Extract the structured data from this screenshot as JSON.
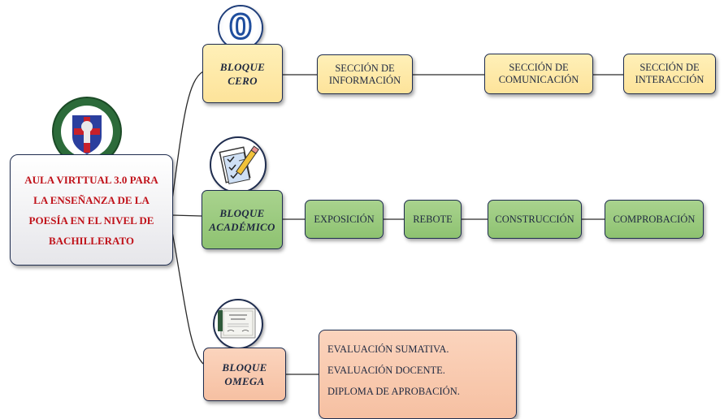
{
  "root": {
    "lines": [
      "AULA VIRTTUAL 3.0 PARA",
      "LA ENSEÑANZA DE LA",
      "POESÍA EN EL NIVEL DE",
      "BACHILLERATO"
    ],
    "emblem_icon": "school-crest-icon"
  },
  "blocks": {
    "cero": {
      "lines": [
        "BLOQUE",
        "CERO"
      ],
      "badge_text": "0",
      "items": [
        {
          "lines": [
            "SECCIÓN DE",
            "INFORMACIÓN"
          ]
        },
        {
          "lines": [
            "SECCIÓN DE",
            "COMUNICACIÓN"
          ]
        },
        {
          "lines": [
            "SECCIÓN DE",
            "INTERACCIÓN"
          ]
        }
      ]
    },
    "academico": {
      "lines": [
        "BLOQUE",
        "ACADÉMICO"
      ],
      "badge_icon": "checklist-pencil-icon",
      "items": [
        "EXPOSICIÓN",
        "REBOTE",
        "CONSTRUCCIÓN",
        "COMPROBACIÓN"
      ]
    },
    "omega": {
      "lines": [
        "BLOQUE",
        "OMEGA"
      ],
      "badge_icon": "diploma-icon",
      "items": [
        "EVALUACIÓN SUMATIVA.",
        "EVALUACIÓN DOCENTE.",
        "DIPLOMA DE APROBACIÓN."
      ]
    }
  },
  "colors": {
    "yellow": "#fde39a",
    "green": "#8ec271",
    "orange": "#f6c0a2",
    "root_text": "#c0121a",
    "border": "#1f2d4f"
  }
}
